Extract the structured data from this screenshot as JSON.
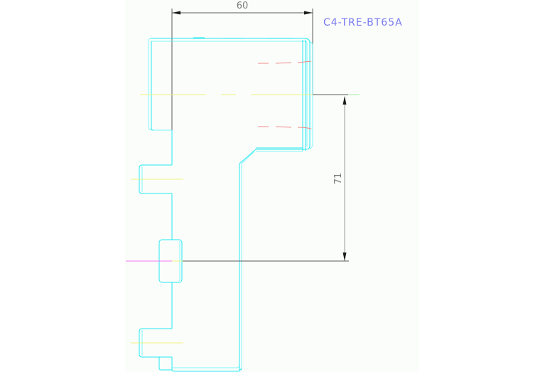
{
  "drawing": {
    "part_label": "C4-TRE-BT65A",
    "dimensions": {
      "horizontal": {
        "value": "60"
      },
      "vertical": {
        "value": "71"
      }
    },
    "colors": {
      "background": "#fbfdfb",
      "outline": "#00e5ee",
      "dimension": "#5a5a5a",
      "centerline": "#f2f280",
      "hidden": "#f08a8a",
      "label": "#7878f0",
      "reference_left": "#f07af0",
      "reference_right": "#a8f0a0"
    }
  }
}
